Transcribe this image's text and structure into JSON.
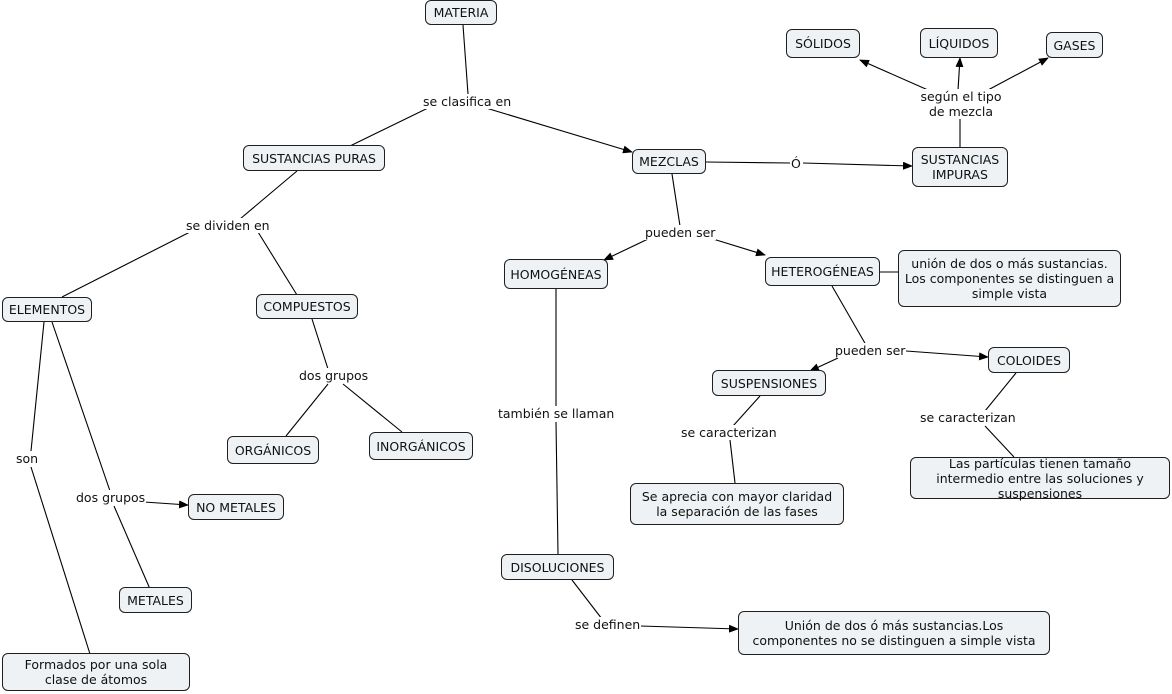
{
  "nodes": {
    "materia": "MATERIA",
    "sustancias_puras": "SUSTANCIAS PURAS",
    "mezclas": "MEZCLAS",
    "sustancias_impuras": "SUSTANCIAS IMPURAS",
    "solidos": "SÓLIDOS",
    "liquidos": "LÍQUIDOS",
    "gases": "GASES",
    "elementos": "ELEMENTOS",
    "compuestos": "COMPUESTOS",
    "organicos": "ORGÁNICOS",
    "inorganicos": "INORGÁNICOS",
    "no_metales": "NO METALES",
    "metales": "METALES",
    "formados": "Formados por una sola clase de átomos",
    "homogeneas": "HOMOGÉNEAS",
    "heterogeneas": "HETEROGÉNEAS",
    "hetero_def": "unión de dos o más sustancias. Los componentes se distinguen a simple vista",
    "suspensiones": "SUSPENSIONES",
    "coloides": "COLOIDES",
    "susp_def": "Se aprecia con mayor claridad la separación de las fases",
    "coloides_def": "Las partículas tienen tamaño intermedio entre las soluciones y suspensiones",
    "disoluciones": "DISOLUCIONES",
    "disol_def": "Unión de dos ó más sustancias.Los componentes no se distinguen a simple vista"
  },
  "links": {
    "se_clasifica_en": "se clasifica en",
    "o": "Ó",
    "segun_tipo": "según el tipo de mezcla",
    "se_dividen_en": "se dividen en",
    "dos_grupos_compuestos": "dos grupos",
    "son": "son",
    "dos_grupos_elementos": "dos grupos",
    "pueden_ser_mezclas": "pueden ser",
    "tambien_se_llaman": "también se llaman",
    "pueden_ser_hetero": "pueden ser",
    "se_caracterizan_susp": "se caracterizan",
    "se_caracterizan_col": "se caracterizan",
    "se_definen": "se definen"
  }
}
